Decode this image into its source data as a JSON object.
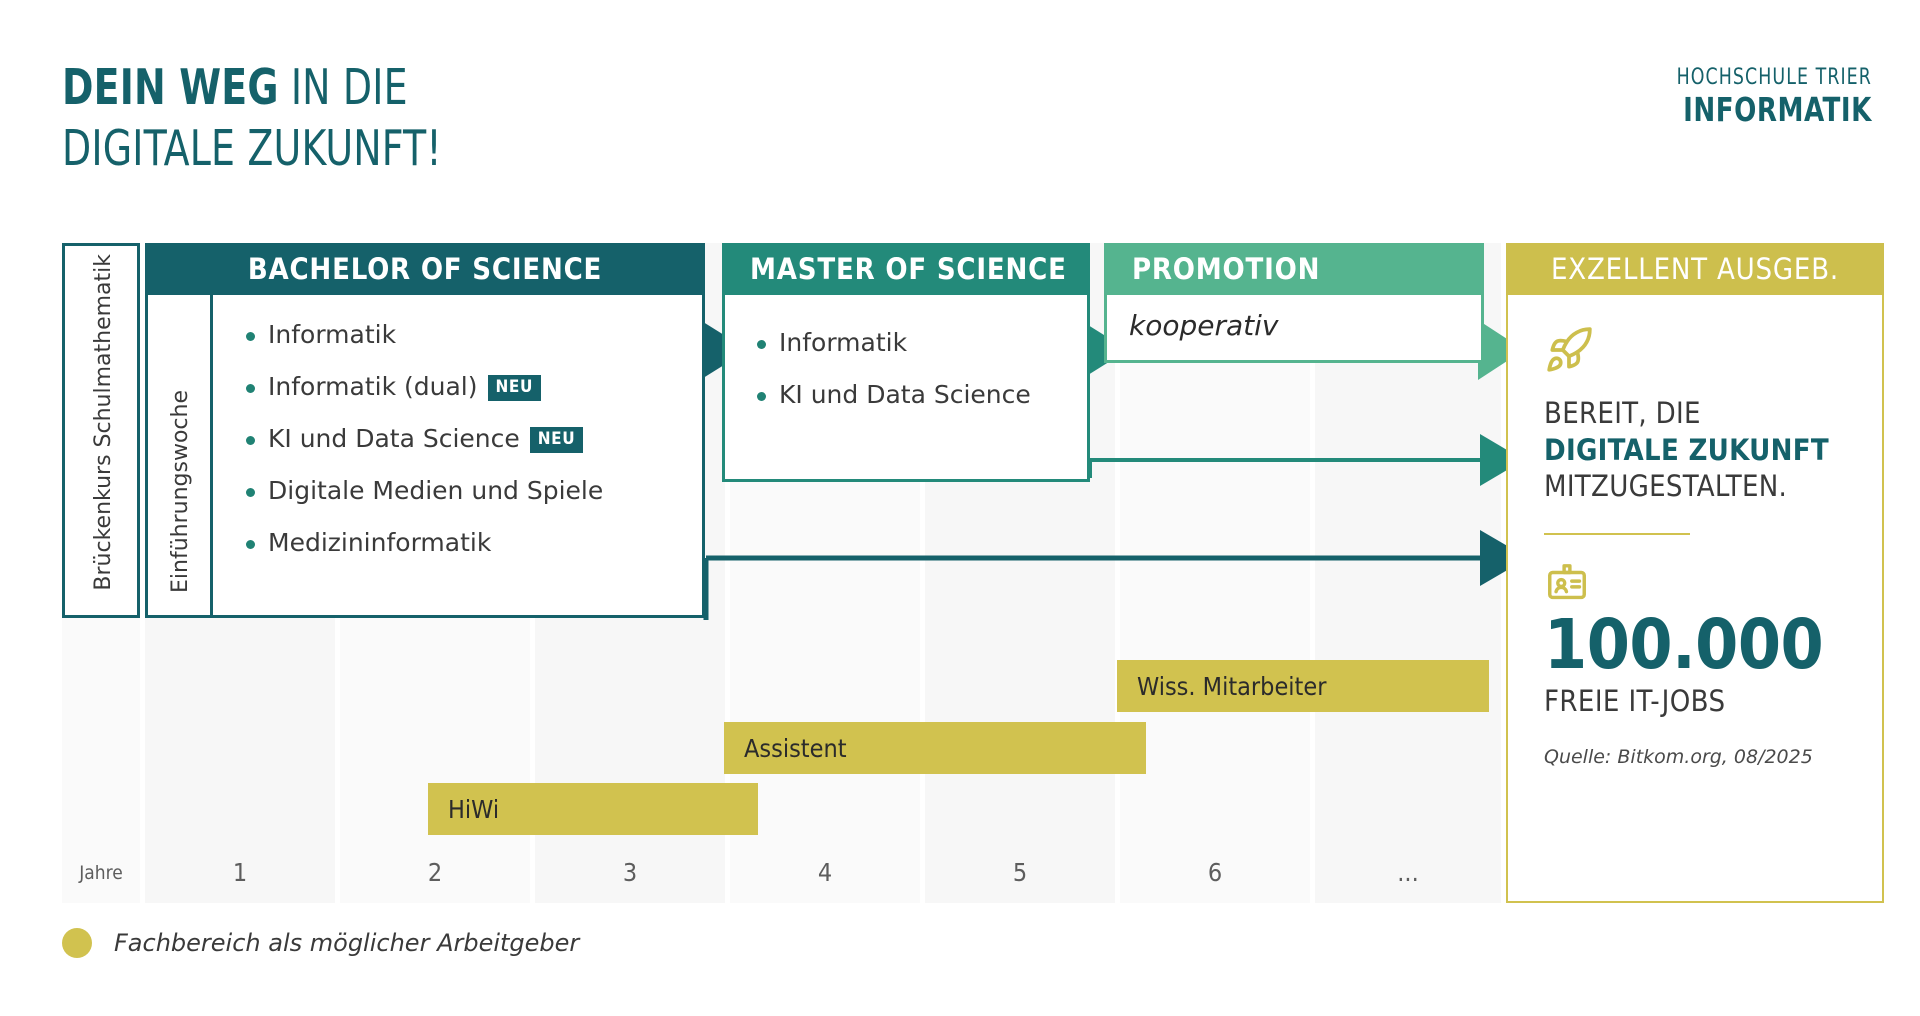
{
  "header": {
    "title_strong": "DEIN WEG",
    "title_rest": " IN DIE",
    "title_line2": "DIGITALE ZUKUNFT!",
    "logo_top": "HOCHSCHULE TRIER",
    "logo_bottom": "INFORMATIK"
  },
  "colors": {
    "bachelor": "#15616a",
    "master": "#238a7a",
    "promotion": "#55b48f",
    "yellow": "#d1c24f",
    "panel_head": "#cdbf4d",
    "text": "#3a3a3a"
  },
  "axis": {
    "unit_label": "Jahre",
    "ticks": [
      "1",
      "2",
      "3",
      "4",
      "5",
      "6",
      "..."
    ]
  },
  "side_labels": {
    "bridge_course": "Brückenkurs Schulmathematik",
    "intro_week": "Einführungswoche"
  },
  "phases": [
    {
      "id": "bachelor",
      "title": "BACHELOR OF SCIENCE",
      "programs": [
        {
          "label": "Informatik",
          "badge": ""
        },
        {
          "label": "Informatik (dual)",
          "badge": "NEU"
        },
        {
          "label": "KI und Data Science",
          "badge": "NEU"
        },
        {
          "label": "Digitale Medien und Spiele",
          "badge": ""
        },
        {
          "label": "Medizininformatik",
          "badge": ""
        }
      ]
    },
    {
      "id": "master",
      "title": "MASTER OF SCIENCE",
      "programs": [
        {
          "label": "Informatik",
          "badge": ""
        },
        {
          "label": "KI und Data Science",
          "badge": ""
        }
      ]
    },
    {
      "id": "promotion",
      "title": "PROMOTION",
      "note": "kooperativ"
    }
  ],
  "jobs": [
    {
      "label": "HiWi"
    },
    {
      "label": "Assistent"
    },
    {
      "label": "Wiss. Mitarbeiter"
    }
  ],
  "panel": {
    "title": "EXZELLENT AUSGEB.",
    "rocket_icon": "rocket-icon",
    "claim_line1": "BEREIT, DIE",
    "claim_line2": "DIGITALE ZUKUNFT",
    "claim_line3": "MITZUGESTALTEN.",
    "badge_icon": "id-badge-icon",
    "big_number": "100.000",
    "big_subtitle": "FREIE IT-JOBS",
    "source": "Quelle: Bitkom.org, 08/2025"
  },
  "legend": {
    "label": "Fachbereich als möglicher Arbeitgeber"
  },
  "chart_data": {
    "type": "timeline",
    "title": "Dein Weg in die digitale Zukunft",
    "xlabel": "Jahre",
    "x_ticks": [
      1,
      2,
      3,
      4,
      5,
      6,
      "..."
    ],
    "xlim": [
      0,
      8
    ],
    "grid": true,
    "legend_position": "bottom-left",
    "tracks": [
      {
        "name": "Brückenkurs Schulmathematik",
        "start": 0.0,
        "end": 0.32,
        "color": "#15616a",
        "kind": "outline-box"
      },
      {
        "name": "Einführungswoche",
        "start": 0.35,
        "end": 0.62,
        "color": "#15616a",
        "kind": "outline-box"
      },
      {
        "name": "BACHELOR OF SCIENCE",
        "start": 0.35,
        "end": 3.0,
        "color": "#15616a",
        "kind": "phase"
      },
      {
        "name": "MASTER OF SCIENCE",
        "start": 3.0,
        "end": 4.65,
        "color": "#238a7a",
        "kind": "phase"
      },
      {
        "name": "PROMOTION",
        "start": 4.65,
        "end": 6.2,
        "color": "#55b48f",
        "kind": "phase"
      },
      {
        "name": "EXZELLENT AUSGEB.",
        "start": 7.5,
        "end": 8.0,
        "color": "#cdbf4d",
        "kind": "outcome"
      },
      {
        "name": "HiWi",
        "start": 1.5,
        "end": 2.85,
        "color": "#d1c24f",
        "kind": "job"
      },
      {
        "name": "Assistent",
        "start": 2.75,
        "end": 4.5,
        "color": "#d1c24f",
        "kind": "job"
      },
      {
        "name": "Wiss. Mitarbeiter",
        "start": 4.4,
        "end": 6.0,
        "color": "#d1c24f",
        "kind": "job"
      }
    ],
    "flows": [
      {
        "from": "BACHELOR OF SCIENCE",
        "to": "MASTER OF SCIENCE",
        "color": "#15616a"
      },
      {
        "from": "MASTER OF SCIENCE",
        "to": "PROMOTION",
        "color": "#238a7a"
      },
      {
        "from": "PROMOTION",
        "to": "EXZELLENT AUSGEB.",
        "color": "#55b48f"
      },
      {
        "from": "MASTER OF SCIENCE",
        "to": "EXZELLENT AUSGEB.",
        "color": "#238a7a"
      },
      {
        "from": "BACHELOR OF SCIENCE",
        "to": "EXZELLENT AUSGEB.",
        "color": "#15616a"
      }
    ]
  }
}
